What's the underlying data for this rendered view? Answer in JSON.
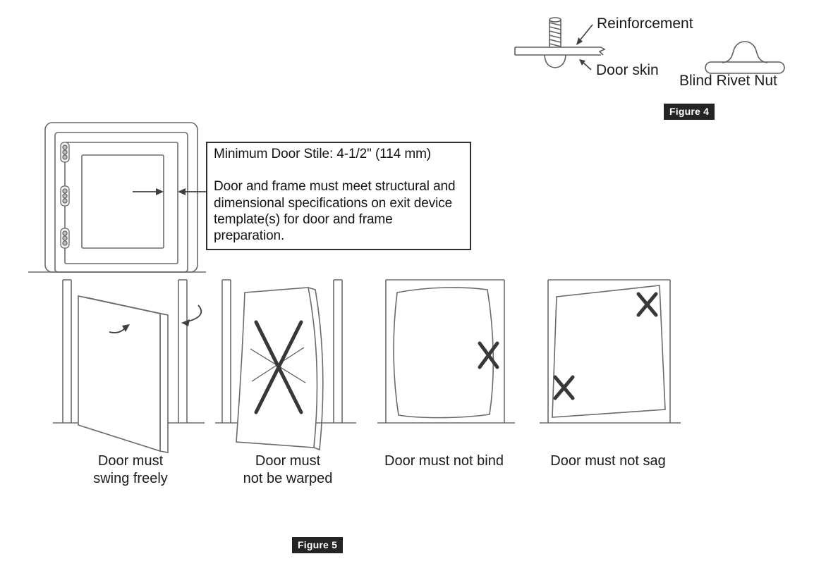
{
  "figure4": {
    "badge": "Figure 4",
    "labels": {
      "reinforcement": "Reinforcement",
      "door_skin": "Door skin",
      "blind_rivet_nut": "Blind Rivet Nut"
    }
  },
  "spec_box": {
    "line1": "Minimum Door Stile: 4-1/2\" (114 mm)",
    "body": "Door and frame must meet structural and dimensional specifications on exit device template(s) for door and frame preparation."
  },
  "figure5": {
    "badge": "Figure 5",
    "captions": [
      "Door must\nswing freely",
      "Door must\nnot be warped",
      "Door must not bind",
      "Door must not sag"
    ]
  },
  "colors": {
    "background": "#ffffff",
    "badge_bg": "#242424",
    "badge_text": "#ffffff",
    "line_art": "#6a6a6a",
    "emphasis": "#383838",
    "text": "#1b1b1b"
  }
}
